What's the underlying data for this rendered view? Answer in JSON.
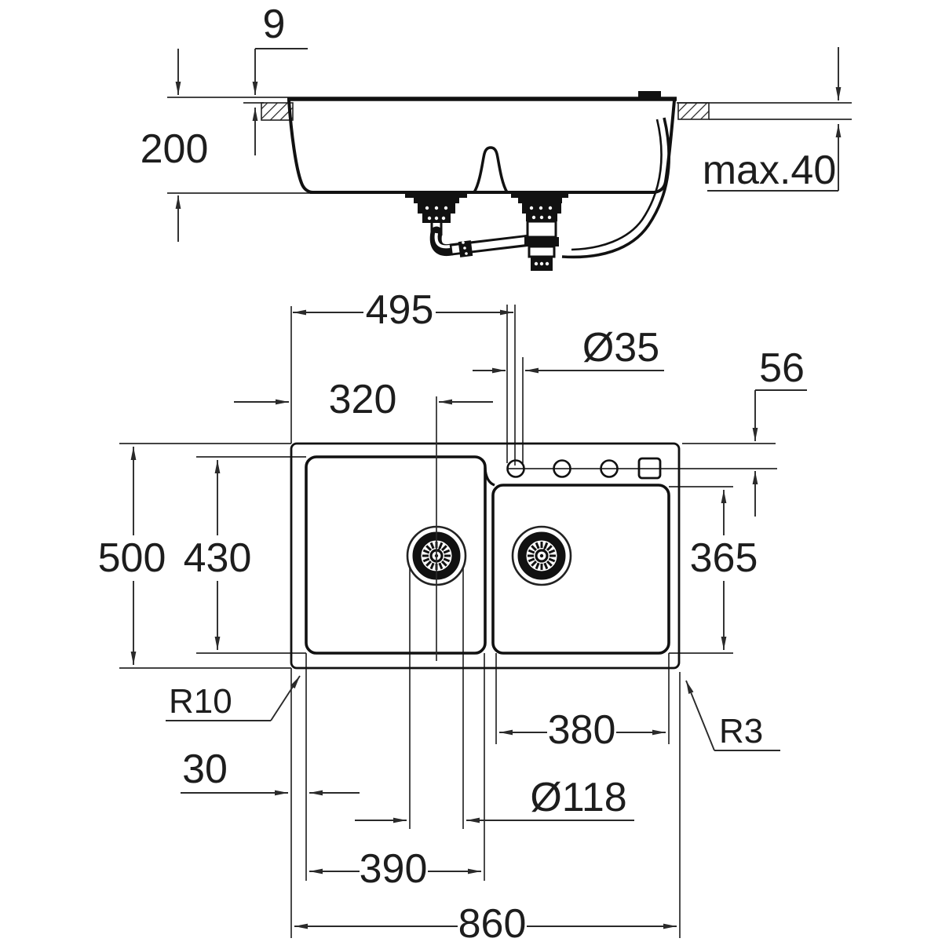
{
  "drawing": {
    "kind": "sink installation drawing",
    "line_color": "#1d1d1d",
    "background": "#ffffff"
  },
  "dimensions": {
    "section": {
      "rim_height": "9",
      "bowl_depth": "200",
      "max_counter_thickness": "max.40"
    },
    "plan": {
      "faucet_from_left": "495",
      "faucet_hole_dia": "Ø35",
      "drain_from_left": "320",
      "holes_from_edge": "56",
      "overall_depth": "500",
      "bowl_left_depth": "430",
      "bowl_right_depth": "365",
      "bowl_corner_radius": "R10",
      "outer_corner_radius": "R3",
      "edge_to_bowl": "30",
      "drain_dia": "Ø118",
      "bowl_left_width": "390",
      "bowl_right_width": "380",
      "overall_width": "860"
    }
  }
}
